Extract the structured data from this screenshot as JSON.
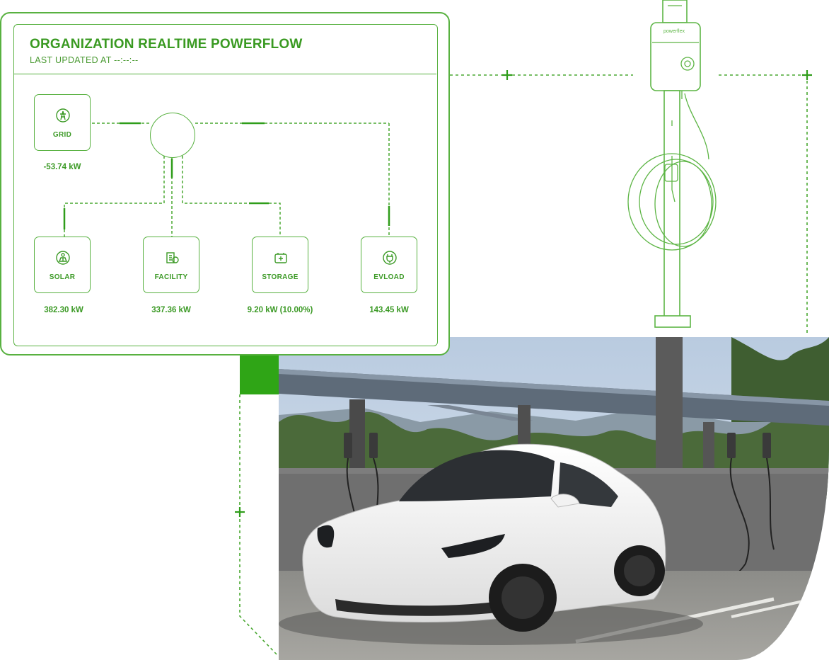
{
  "powerflow": {
    "title": "ORGANIZATION REALTIME POWERFLOW",
    "last_updated": "LAST UPDATED AT --:--:--",
    "nodes": {
      "grid": {
        "label": "GRID",
        "value": "-53.74 kW"
      },
      "solar": {
        "label": "SOLAR",
        "value": "382.30 kW"
      },
      "facility": {
        "label": "FACILITY",
        "value": "337.36 kW"
      },
      "storage": {
        "label": "STORAGE",
        "value": "9.20 kW (10.00%)"
      },
      "evload": {
        "label": "EVLOAD",
        "value": "143.45 kW"
      }
    }
  },
  "charger": {
    "brand": "powerflex"
  },
  "colors": {
    "accent": "#58b140",
    "text": "#3c9a26",
    "block": "#2fa516"
  }
}
